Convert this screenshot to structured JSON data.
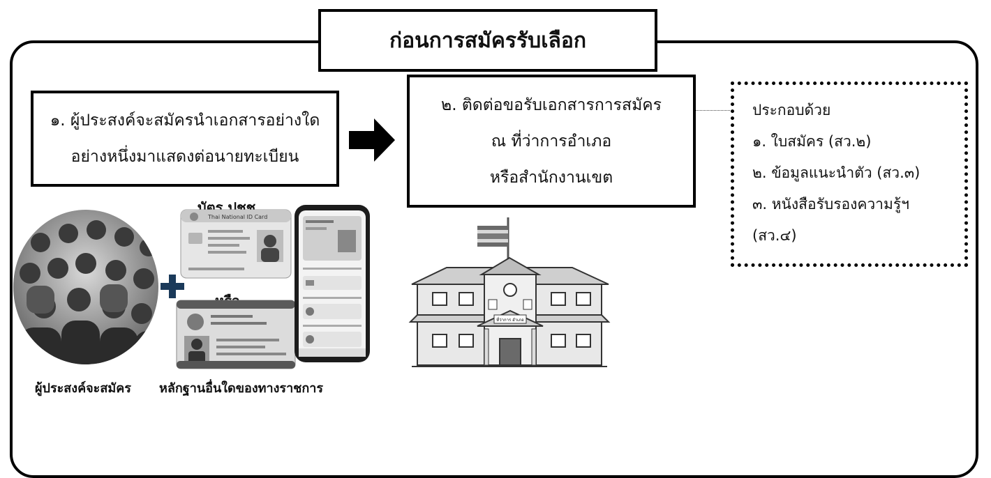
{
  "title": "ก่อนการสมัครรับเลือก",
  "step1": {
    "line1": "๑. ผู้ประสงค์จะสมัครนำเอกสารอย่างใด",
    "line2": "อย่างหนึ่งมาแสดงต่อนายทะเบียน"
  },
  "step2": {
    "line1": "๒. ติดต่อขอรับเอกสารการสมัคร",
    "line2": "ณ ที่ว่าการอำเภอ",
    "line3": "หรือสำนักงานเขต"
  },
  "details": {
    "heading": "ประกอบด้วย",
    "items": [
      "๑. ใบสมัคร (สว.๒)",
      "๒. ข้อมูลแนะนำตัว (สว.๓)",
      "๓. หนังสือรับรองความรู้ฯ",
      "(สว.๔)"
    ]
  },
  "labels": {
    "id_card": "บัตร ปชช.",
    "or": "หรือ",
    "applicants": "ผู้ประสงค์จะสมัคร",
    "other_evidence": "หลักฐานอื่นใดของทางราชการ"
  },
  "card": {
    "name": "Thai National ID Card"
  },
  "building": {
    "sign": "ที่ว่าการ อำเภอ"
  },
  "icons": {
    "arrow": "right-arrow-icon",
    "plus": "plus-icon",
    "flag": "thai-flag-icon"
  },
  "colors": {
    "border": "#000000",
    "photo_gray": "#8a8a8a"
  }
}
